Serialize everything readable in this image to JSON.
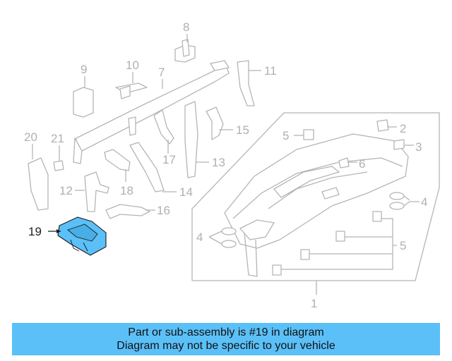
{
  "callouts": {
    "c1": "1",
    "c2": "2",
    "c3": "3",
    "c4a": "4",
    "c4b": "4",
    "c5a": "5",
    "c5b": "5",
    "c6": "6",
    "c7": "7",
    "c8": "8",
    "c9": "9",
    "c10": "10",
    "c11": "11",
    "c12": "12",
    "c13": "13",
    "c14": "14",
    "c15": "15",
    "c16": "16",
    "c17": "17",
    "c18": "18",
    "c19": "19",
    "c20": "20",
    "c21": "21"
  },
  "highlight": {
    "part": "19",
    "color": "#5bc0f8"
  },
  "banner": {
    "line1": "Part or sub-assembly is #19 in diagram",
    "line2": "Diagram may not be specific to your vehicle",
    "color": "#5bc0f8"
  }
}
